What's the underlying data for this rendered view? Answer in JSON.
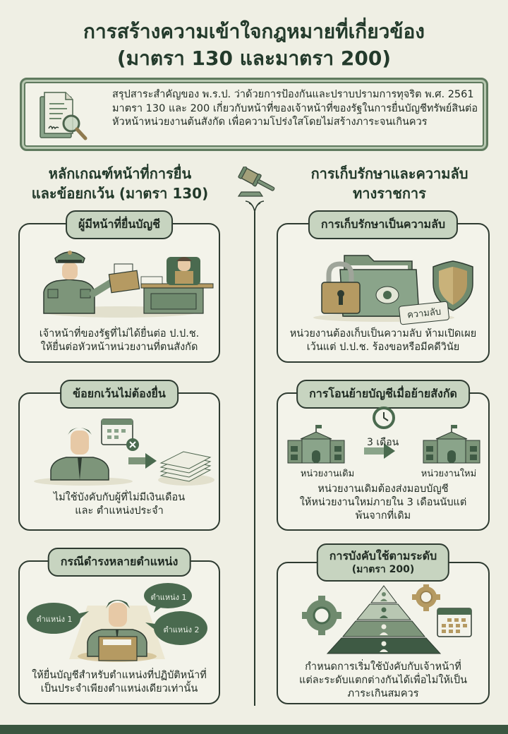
{
  "header": {
    "title_line1": "การสร้างความเข้าใจกฎหมายที่เกี่ยวข้อง",
    "title_line2": "(มาตรา 130 และมาตรา 200)"
  },
  "summary": {
    "icon": "document-search-icon",
    "text": "สรุปสาระสำคัญของ พ.ร.ป. ว่าด้วยการป้องกันและปราบปรามการทุจริต พ.ศ. 2561 มาตรา 130 และ 200 เกี่ยวกับหน้าที่ของเจ้าหน้าที่ของรัฐในการยื่นบัญชีทรัพย์สินต่อหัวหน้าหน่วยงานต้นสังกัด เพื่อความโปร่งใสโดยไม่สร้างภาระจนเกินควร"
  },
  "columns": {
    "left": {
      "heading_line1": "หลักเกณฑ์หน้าที่การยื่น",
      "heading_line2": "และข้อยกเว้น (มาตรา 130)"
    },
    "right": {
      "heading_line1": "การเก็บรักษาและความลับ",
      "heading_line2": "ทางราชการ"
    },
    "center_icon": "gavel-icon"
  },
  "cards": {
    "duty": {
      "title": "ผู้มีหน้าที่ยื่นบัญชี",
      "desc_line1": "เจ้าหน้าที่ของรัฐที่ไม่ได้ยื่นต่อ ป.ป.ช.",
      "desc_line2": "ให้ยื่นต่อหัวหน้าหน่วยงานที่ตนสังกัด"
    },
    "exception": {
      "title": "ข้อยกเว้นไม่ต้องยื่น",
      "desc_line1": "ไม่ใช้บังคับกับผู้ที่ไม่มีเงินเดือน",
      "desc_line2": "และ ตำแหน่งประจำ"
    },
    "multiple": {
      "title": "กรณีดำรงหลายตำแหน่ง",
      "bubble_a": "ตำแหน่ง 1",
      "bubble_b": "ตำแหน่ง 1",
      "bubble_c": "ตำแหน่ง 2",
      "desc_line1": "ให้ยื่นบัญชีสำหรับตำแหน่งที่ปฏิบัติหน้าที่",
      "desc_line2": "เป็นประจำเพียงตำแหน่งเดียวเท่านั้น"
    },
    "confidential": {
      "title": "การเก็บรักษาเป็นความลับ",
      "tag": "ความลับ",
      "desc_line1": "หน่วยงานต้องเก็บเป็นความลับ ห้ามเปิดเผย",
      "desc_line2": "เว้นแต่ ป.ป.ช. ร้องขอหรือมีคดีวินัย"
    },
    "transfer": {
      "title": "การโอนย้ายบัญชีเมื่อย้ายสังกัด",
      "duration": "3 เดือน",
      "from_label": "หน่วยงานเดิม",
      "to_label": "หน่วยงานใหม่",
      "desc_line1": "หน่วยงานเดิมต้องส่งมอบบัญชี",
      "desc_line2": "ให้หน่วยงานใหม่ภายใน 3 เดือนนับแต่",
      "desc_line3": "พ้นจากที่เดิม"
    },
    "enforcement": {
      "title": "การบังคับใช้ตามระดับ",
      "subtitle": "(มาตรา 200)",
      "desc_line1": "กำหนดการเริ่มใช้บังคับกับเจ้าหน้าที่",
      "desc_line2": "แต่ละระดับแตกต่างกันได้เพื่อไม่ให้เป็น",
      "desc_line3": "ภาระเกินสมควร"
    }
  },
  "colors": {
    "background": "#efefe4",
    "dark_green": "#233a2b",
    "mid_green": "#6f8a6e",
    "pill_green": "#c7d4c0",
    "tan": "#b59a62",
    "footer": "#3a5640"
  }
}
